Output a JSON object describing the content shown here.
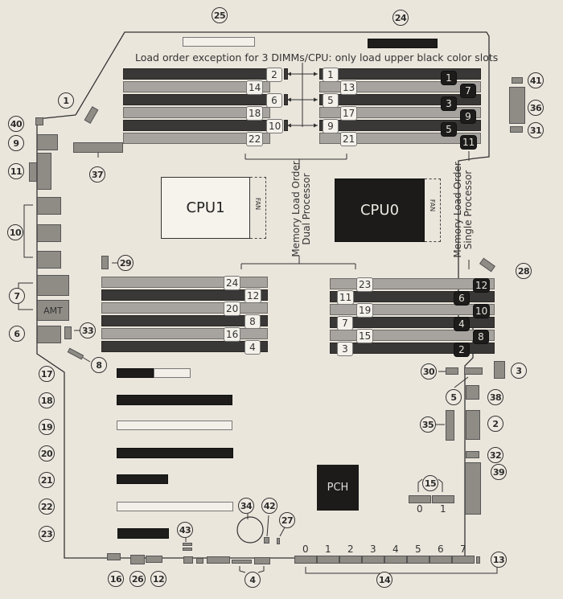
{
  "diagram": {
    "title": "Motherboard component layout",
    "load_order_note": "Load order exception for 3 DIMMs/CPU:  only load upper black color slots",
    "memory_dual_line1": "Memory  Load Order",
    "memory_dual_line2": "Dual Processor",
    "memory_single_line1": "Memory  Load Order",
    "memory_single_line2": "Single Processor",
    "cpu1_label": "CPU1",
    "cpu0_label": "CPU0",
    "fan_label": "FAN",
    "pch_label": "PCH",
    "amt_label": "AMT"
  },
  "callouts": {
    "c1": "1",
    "c2": "2",
    "c3": "3",
    "c4": "4",
    "c5": "5",
    "c6": "6",
    "c7": "7",
    "c8": "8",
    "c9": "9",
    "c10": "10",
    "c11": "11",
    "c12": "12",
    "c13": "13",
    "c14": "14",
    "c15": "15",
    "c16": "16",
    "c17": "17",
    "c18": "18",
    "c19": "19",
    "c20": "20",
    "c21": "21",
    "c22": "22",
    "c23": "23",
    "c24": "24",
    "c25": "25",
    "c26": "26",
    "c27": "27",
    "c28": "28",
    "c29": "29",
    "c30": "30",
    "c31": "31",
    "c32": "32",
    "c33": "33",
    "c34": "34",
    "c35": "35",
    "c36": "36",
    "c37": "37",
    "c38": "38",
    "c39": "39",
    "c40": "40",
    "c41": "41",
    "c42": "42",
    "c43": "43"
  },
  "dimm_upper_left": {
    "dual_order": [
      "2",
      "14",
      "6",
      "18",
      "10",
      "22"
    ],
    "colors": [
      "black",
      "gray",
      "black",
      "gray",
      "black",
      "gray"
    ]
  },
  "dimm_upper_right": {
    "dual_order": [
      "1",
      "13",
      "5",
      "17",
      "9",
      "21"
    ],
    "single_order": [
      "1",
      "7",
      "3",
      "9",
      "5",
      "11"
    ],
    "colors": [
      "black",
      "gray",
      "black",
      "gray",
      "black",
      "gray"
    ]
  },
  "dimm_lower_left": {
    "dual_order": [
      "24",
      "12",
      "20",
      "8",
      "16",
      "4"
    ],
    "colors": [
      "gray",
      "black",
      "gray",
      "black",
      "gray",
      "black"
    ]
  },
  "dimm_lower_right": {
    "dual_order": [
      "23",
      "11",
      "19",
      "7",
      "15",
      "3"
    ],
    "single_order": [
      "12",
      "6",
      "10",
      "4",
      "8",
      "2"
    ],
    "colors": [
      "gray",
      "black",
      "gray",
      "black",
      "gray",
      "black"
    ]
  },
  "sata_ports": [
    "0",
    "1",
    "2",
    "3",
    "4",
    "5",
    "6",
    "7"
  ],
  "m2_slots": [
    "0",
    "1"
  ],
  "colors": {
    "background": "#ebe6dc",
    "dimm_black": "#3a3836",
    "dimm_gray": "#a7a49f",
    "component_gray": "#8f8c86",
    "chip_black": "#1c1b1a"
  }
}
